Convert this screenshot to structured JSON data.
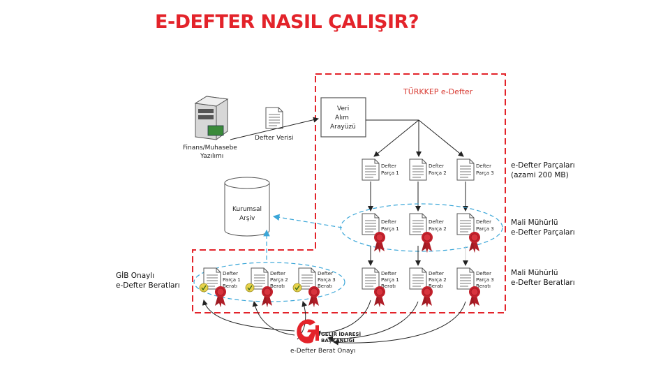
{
  "title": "E-DEFTER NASIL ÇALIŞIR?",
  "turkkep_label": "TÜRKKEP e-Defter",
  "server_label_1": "Finans/Muhasebe",
  "server_label_2": "Yazılımı",
  "defter_verisi": "Defter Verisi",
  "veri_alim": [
    "Veri",
    "Alım",
    "Arayüzü"
  ],
  "kurumsal_arsiv": [
    "Kurumsal",
    "Arşiv"
  ],
  "right_labels": {
    "parcalar_1": "e-Defter Parçaları",
    "parcalar_2": "(azami 200 MB)",
    "mali_1": "Mali Mühürlü",
    "mali_2": "e-Defter Parçaları",
    "berat_1": "Mali Mühürlü",
    "berat_2": "e-Defter Beratları"
  },
  "gib_label": [
    "GİB Onaylı",
    "e-Defter Beratları"
  ],
  "parts": [
    [
      "Defter",
      "Parça 1"
    ],
    [
      "Defter",
      "Parça 2"
    ],
    [
      "Defter",
      "Parça 3"
    ]
  ],
  "berat_parts": [
    [
      "Defter",
      "Parça 1",
      "Beratı"
    ],
    [
      "Defter",
      "Parça 2",
      "Beratı"
    ],
    [
      "Defter",
      "Parça 3",
      "Beratı"
    ]
  ],
  "gib_logo": [
    "GELİR İDARESİ",
    "BAŞKANLIĞI"
  ],
  "gib_caption": "e-Defter Berat Onayı",
  "colors": {
    "title": "#e3232a",
    "border_dash": "#e3232a",
    "ellipse_dash": "#3aa6d8",
    "seal": "#c4202b"
  }
}
